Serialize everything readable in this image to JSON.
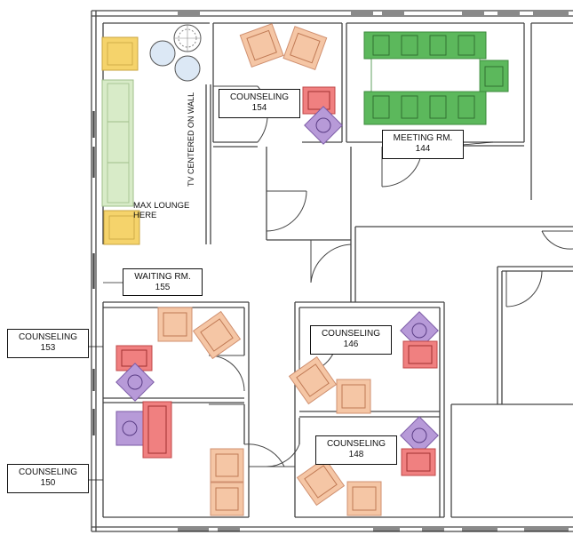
{
  "rooms": {
    "counseling_154": {
      "name": "COUNSELING",
      "number": "154"
    },
    "meeting_144": {
      "name": "MEETING RM.",
      "number": "144"
    },
    "waiting_155": {
      "name": "WAITING RM.",
      "number": "155"
    },
    "counseling_153": {
      "name": "COUNSELING",
      "number": "153"
    },
    "counseling_146": {
      "name": "COUNSELING",
      "number": "146"
    },
    "counseling_148": {
      "name": "COUNSELING",
      "number": "148"
    },
    "counseling_150": {
      "name": "COUNSELING",
      "number": "150"
    }
  },
  "notes": {
    "tv": "TV CENTERED ON WALL",
    "lounge_line1": "MAX LOUNGE",
    "lounge_line2": "HERE"
  },
  "colors": {
    "orange_chair": "#f5c6a5",
    "red_desk": "#f08080",
    "purple_chair": "#b79ad8",
    "green_table": "#5cb85c",
    "yellow_chair": "#f5d36b",
    "light_green_sofa": "#d8ebc8",
    "light_blue_table": "#dce8f5",
    "wall": "#555555"
  }
}
